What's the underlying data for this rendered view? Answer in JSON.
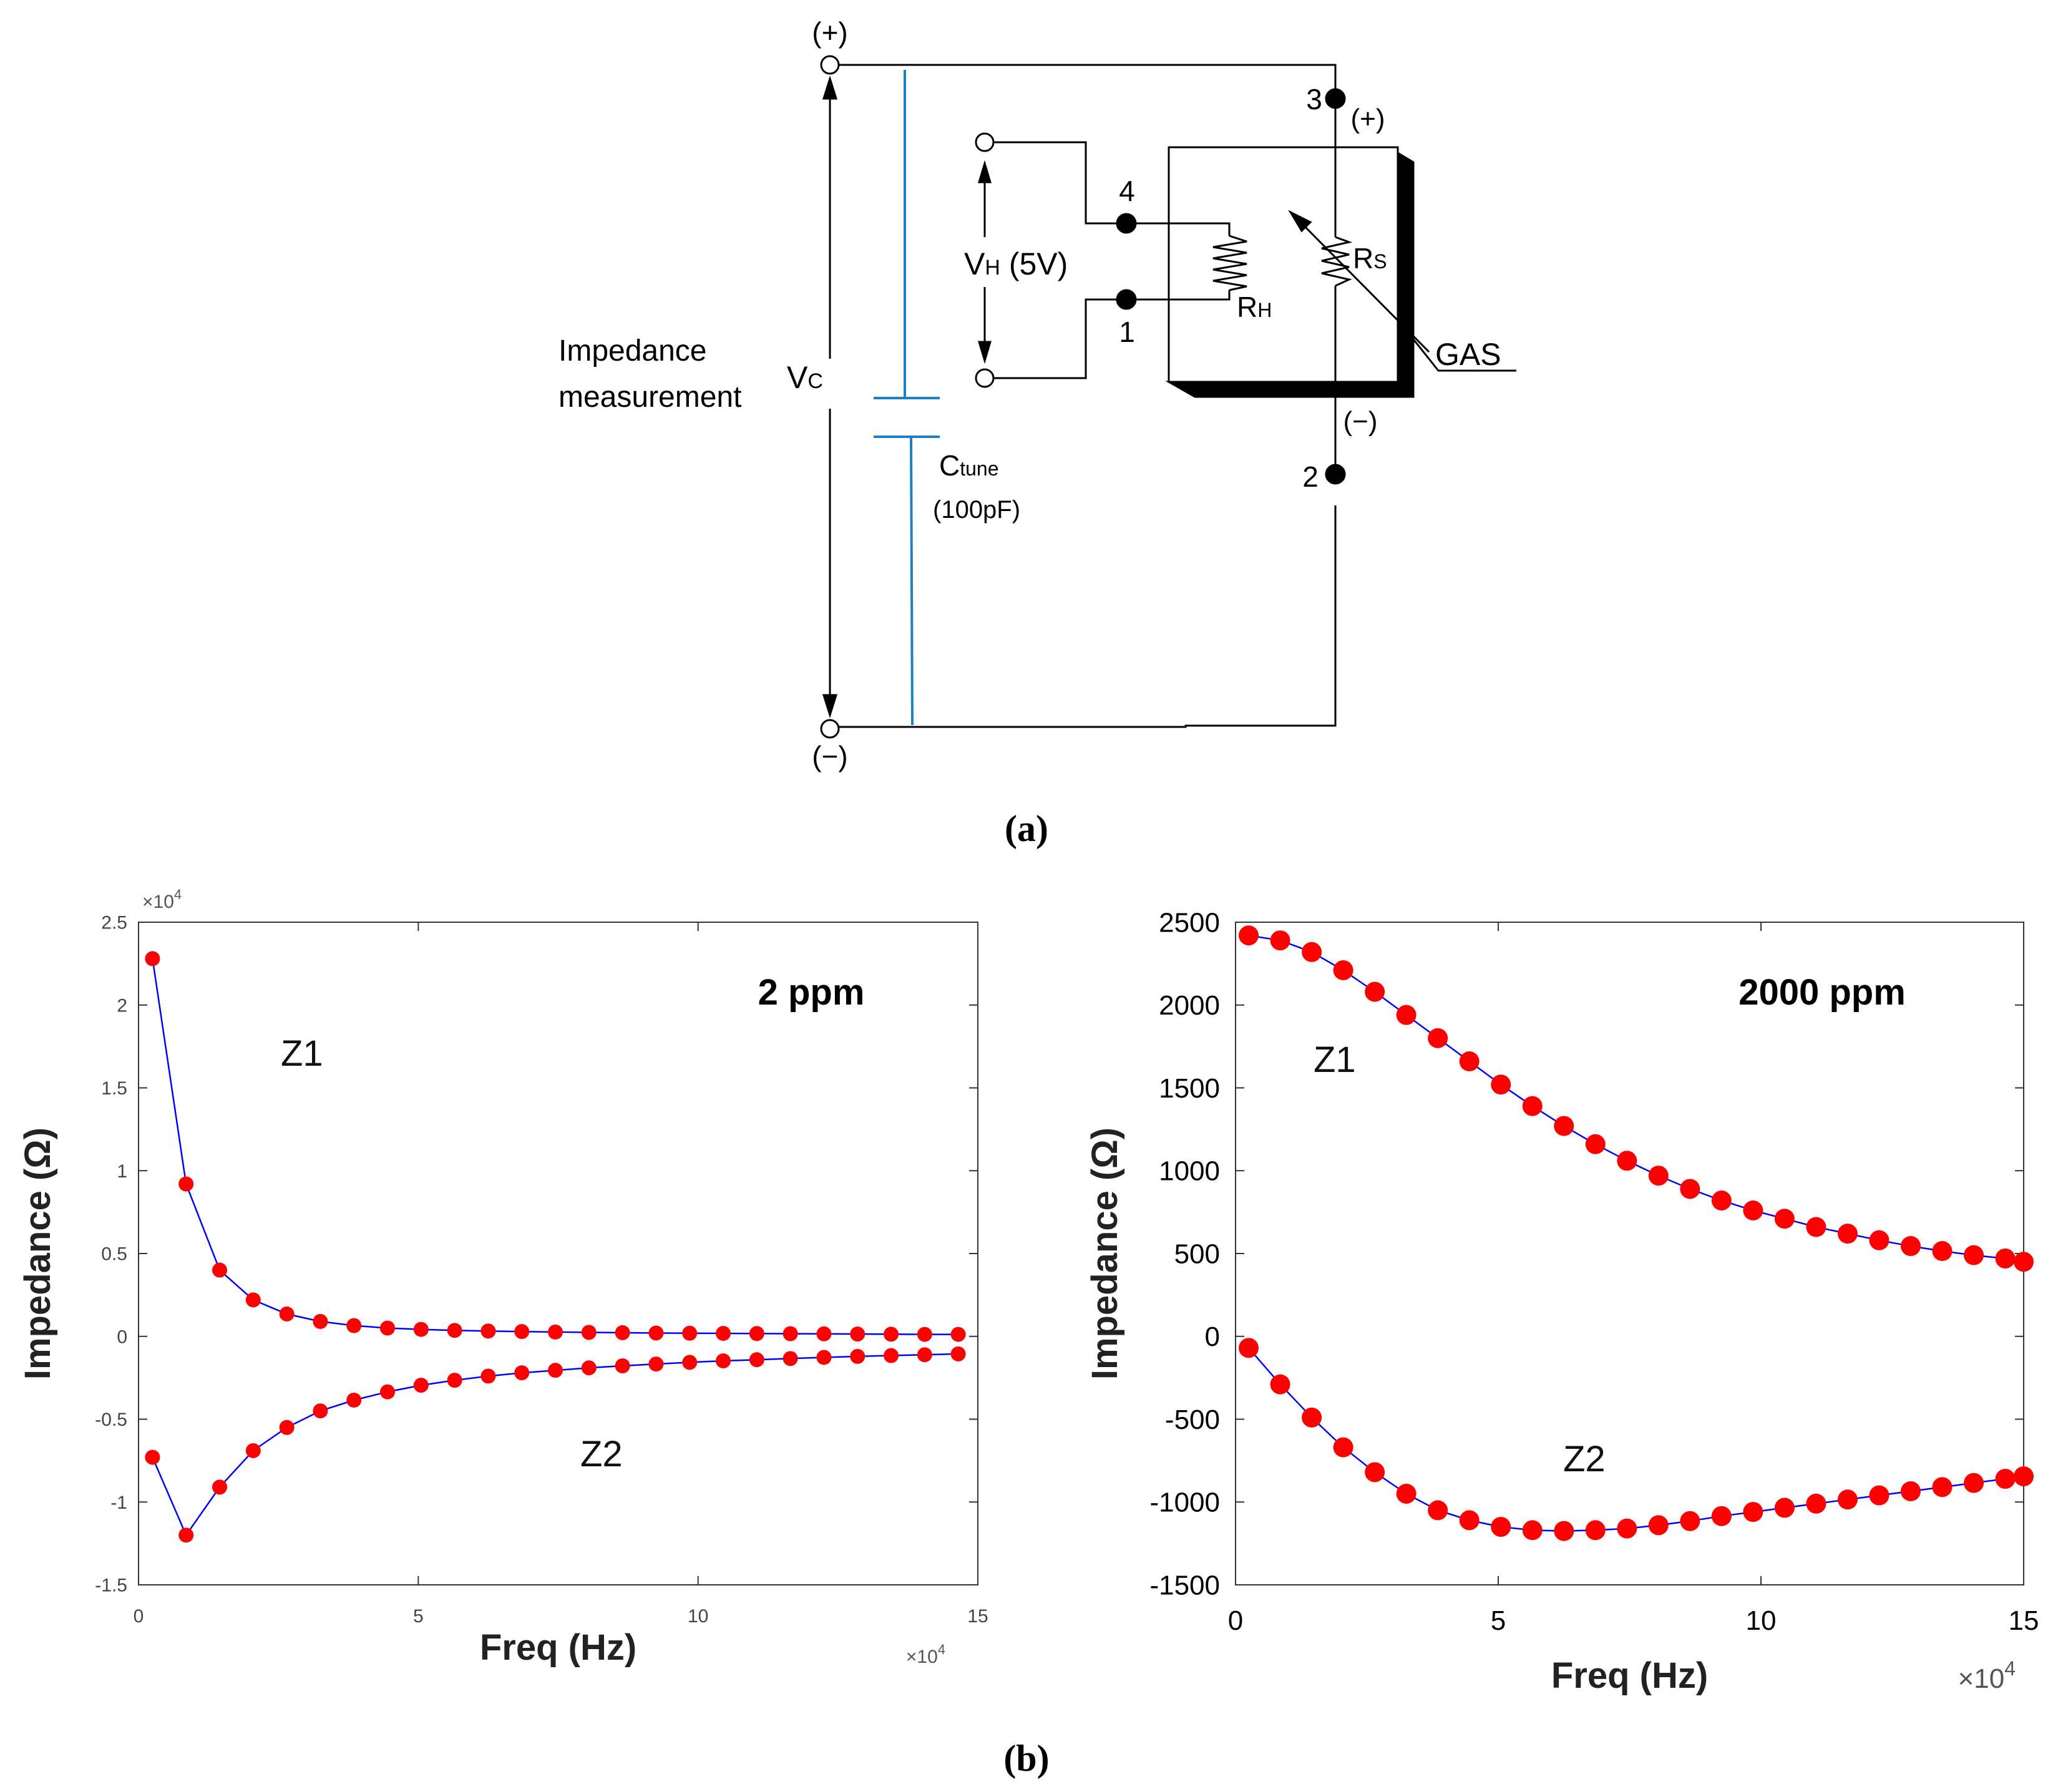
{
  "circuit": {
    "plus_label": "(+)",
    "minus_label": "(−)",
    "pin3": "3",
    "pin3_pol": "(+)",
    "pin4": "4",
    "pin1": "1",
    "pin2": "2",
    "pin2_pol": "(−)",
    "vh_main": "V",
    "vh_sub": "H",
    "vh_value": " (5V)",
    "rh_main": "R",
    "rh_sub": "H",
    "rs_main": "R",
    "rs_sub": "S",
    "gas": "GAS",
    "vc_main": "V",
    "vc_sub": "C",
    "imp_line1": "Impedance",
    "imp_line2": "measurement",
    "ctune_main": "C",
    "ctune_sub": "tune",
    "ctune_value": "(100pF)",
    "caption": "(a)"
  },
  "caption_b": "(b)",
  "chart_data": [
    {
      "type": "line",
      "annotation": "2 ppm",
      "xlabel": "Freq (Hz)",
      "ylabel": "Impedance (Ω)",
      "x_multiplier": "×10",
      "x_exp": "4",
      "y_multiplier": "×10",
      "y_exp": "4",
      "xlim": [
        0,
        15
      ],
      "ylim": [
        -1.5,
        2.5
      ],
      "xticks": [
        "0",
        "5",
        "10",
        "15"
      ],
      "yticks": [
        "-1.5",
        "-1",
        "-0.5",
        "0",
        "0.5",
        "1",
        "1.5",
        "2",
        "2.5"
      ],
      "x": [
        0.25,
        0.85,
        1.45,
        2.05,
        2.65,
        3.25,
        3.85,
        4.45,
        5.05,
        5.65,
        6.25,
        6.85,
        7.45,
        8.05,
        8.65,
        9.25,
        9.85,
        10.45,
        11.05,
        11.65,
        12.25,
        12.85,
        13.45,
        14.05,
        14.65
      ],
      "series": [
        {
          "name": "Z1",
          "values": [
            2.28,
            0.92,
            0.4,
            0.22,
            0.135,
            0.09,
            0.065,
            0.05,
            0.042,
            0.036,
            0.032,
            0.029,
            0.026,
            0.024,
            0.022,
            0.02,
            0.019,
            0.018,
            0.017,
            0.016,
            0.015,
            0.014,
            0.013,
            0.012,
            0.012
          ]
        },
        {
          "name": "Z2",
          "values": [
            -0.73,
            -1.2,
            -0.91,
            -0.69,
            -0.55,
            -0.45,
            -0.385,
            -0.335,
            -0.295,
            -0.265,
            -0.24,
            -0.22,
            -0.205,
            -0.19,
            -0.178,
            -0.167,
            -0.157,
            -0.148,
            -0.141,
            -0.134,
            -0.127,
            -0.121,
            -0.116,
            -0.111,
            -0.106
          ]
        }
      ],
      "grid": false,
      "marker_color": "#ff0000",
      "line_color": "#0000ff"
    },
    {
      "type": "line",
      "annotation": "2000 ppm",
      "xlabel": "Freq (Hz)",
      "ylabel": "Impedance (Ω)",
      "x_multiplier": "×10",
      "x_exp": "4",
      "xlim": [
        0,
        15
      ],
      "ylim": [
        -1500,
        2500
      ],
      "xticks": [
        "0",
        "5",
        "10",
        "15"
      ],
      "yticks": [
        "-1500",
        "-1000",
        "-500",
        "0",
        "500",
        "1000",
        "1500",
        "2000",
        "2500"
      ],
      "x": [
        0.25,
        0.85,
        1.45,
        2.05,
        2.65,
        3.25,
        3.85,
        4.45,
        5.05,
        5.65,
        6.25,
        6.85,
        7.45,
        8.05,
        8.65,
        9.25,
        9.85,
        10.45,
        11.05,
        11.65,
        12.25,
        12.85,
        13.45,
        14.05,
        14.65,
        15.0
      ],
      "series": [
        {
          "name": "Z1",
          "values": [
            2420,
            2390,
            2320,
            2210,
            2080,
            1940,
            1800,
            1660,
            1520,
            1390,
            1270,
            1160,
            1060,
            970,
            890,
            820,
            760,
            710,
            660,
            620,
            580,
            545,
            515,
            490,
            470,
            450
          ]
        },
        {
          "name": "Z2",
          "values": [
            -70,
            -290,
            -490,
            -670,
            -820,
            -950,
            -1050,
            -1110,
            -1150,
            -1170,
            -1175,
            -1170,
            -1160,
            -1140,
            -1115,
            -1085,
            -1060,
            -1035,
            -1010,
            -985,
            -960,
            -935,
            -910,
            -885,
            -860,
            -845
          ]
        }
      ],
      "grid": false,
      "marker_color": "#ff0000",
      "line_color": "#0000ff"
    }
  ]
}
